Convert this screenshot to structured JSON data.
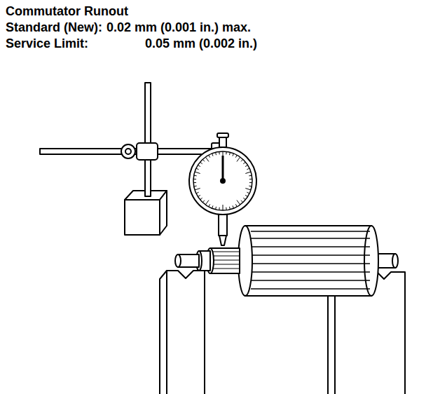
{
  "diagram": {
    "title": "Commutator Runout",
    "labels": [
      "Standard (New):",
      "0.02 mm (0.001 in.) max.",
      "Service Limit:",
      "0.05 mm (0.002 in.)"
    ]
  }
}
